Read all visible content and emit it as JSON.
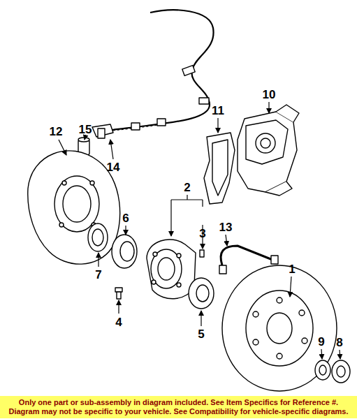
{
  "diagram": {
    "nodes": [
      {
        "text": [
          "Only one part or sub-assembly in diagram included. See Item Specifics for Reference #. Diagram may not be specific to your vehicle. See Compatibility for vehicle-specific diagrams."
        ]
      }
    ],
    "labels": [
      "15",
      "12",
      "10",
      "11",
      "14",
      "2",
      "6",
      "3",
      "13",
      "7",
      "1",
      "4",
      "5",
      "9",
      "8"
    ]
  }
}
